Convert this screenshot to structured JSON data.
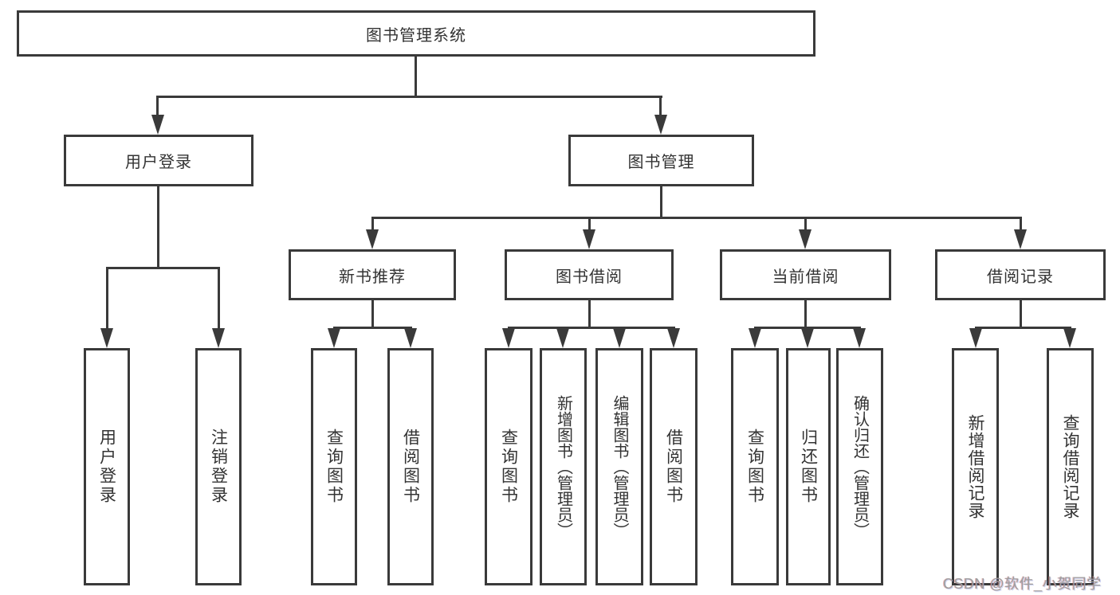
{
  "diagram": {
    "root": "图书管理系统",
    "level2": {
      "login": "用户登录",
      "manage": "图书管理"
    },
    "level3": {
      "new_books": "新书推荐",
      "borrowing": "图书借阅",
      "current": "当前借阅",
      "records": "借阅记录"
    },
    "leaves": {
      "login": [
        "用户登录",
        "注销登录"
      ],
      "new_books": [
        "查询图书",
        "借阅图书"
      ],
      "borrowing": [
        "查询图书",
        "新增图书（管理员）",
        "编辑图书（管理员）",
        "借阅图书"
      ],
      "current": [
        "查询图书",
        "归还图书",
        "确认归还（管理员）"
      ],
      "records": [
        "新增借阅记录",
        "查询借阅记录"
      ]
    }
  },
  "watermark": "CSDN @软件_小贺同学",
  "colors": {
    "line": "#3a3a3a",
    "text": "#333333",
    "background": "#ffffff",
    "watermark": "#9e9e9e"
  }
}
